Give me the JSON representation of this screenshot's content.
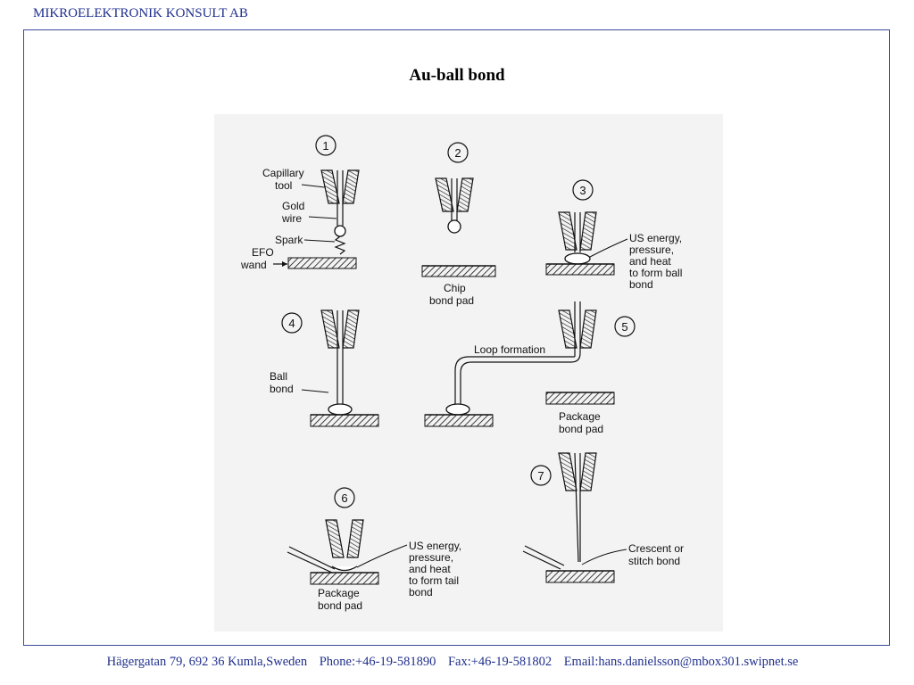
{
  "header": {
    "company": "MIKROELEKTRONIK KONSULT AB"
  },
  "slide": {
    "title": "Au-ball bond"
  },
  "diagram": {
    "steps": [
      "1",
      "2",
      "3",
      "4",
      "5",
      "6",
      "7"
    ],
    "labels": {
      "capillary": [
        "Capillary",
        "tool"
      ],
      "gold": [
        "Gold",
        "wire"
      ],
      "spark": "Spark",
      "efo": [
        "EFO",
        "wand"
      ],
      "chip_pad": [
        "Chip",
        "bond pad"
      ],
      "us_ball": [
        "US energy,",
        "pressure,",
        "and heat",
        "to form ball",
        "bond"
      ],
      "ball_bond": [
        "Ball",
        "bond"
      ],
      "loop": "Loop formation",
      "package_pad5": [
        "Package",
        "bond pad"
      ],
      "us_tail": [
        "US energy,",
        "pressure,",
        "and heat",
        "to form tail",
        "bond"
      ],
      "package_pad6": [
        "Package",
        "bond pad"
      ],
      "crescent": [
        "Crescent or",
        "stitch bond"
      ]
    }
  },
  "footer": {
    "address": "Hägergatan 79, 692 36 Kumla,Sweden",
    "phone": "Phone:+46-19-581890",
    "fax": "Fax:+46-19-581802",
    "email": "Email:hans.danielsson@mbox301.swipnet.se"
  }
}
